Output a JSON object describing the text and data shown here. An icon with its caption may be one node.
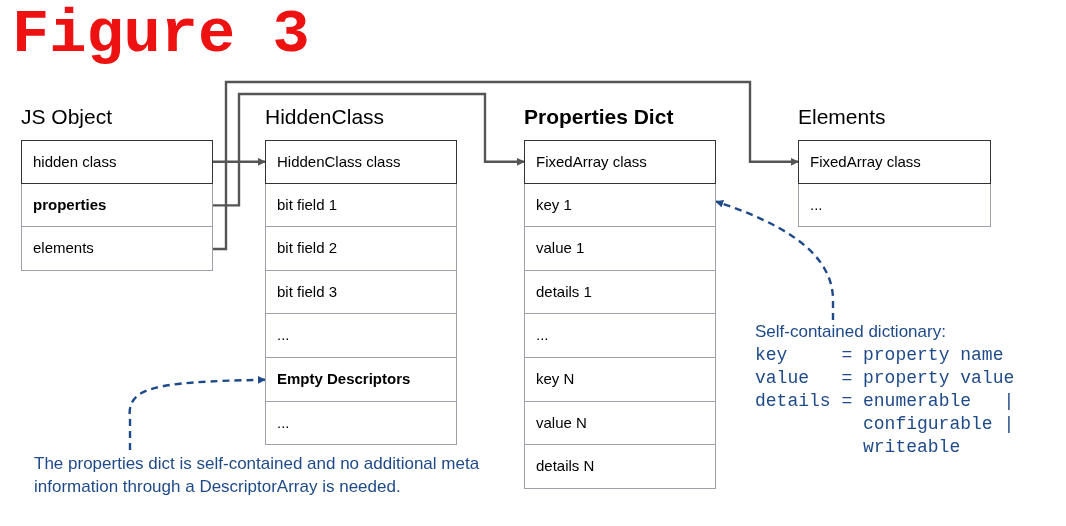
{
  "diagram": {
    "title": "Figure 3",
    "nodes": [
      {
        "text": [
          "JS Object"
        ]
      },
      {
        "text": [
          "hidden class"
        ],
        "in": 0
      },
      {
        "text": [
          "properties"
        ],
        "in": 0
      },
      {
        "text": [
          "elements"
        ],
        "in": 0
      },
      {
        "text": [
          "HiddenClass"
        ]
      },
      {
        "text": [
          "HiddenClass class"
        ],
        "in": 4
      },
      {
        "text": [
          "bit field 1"
        ],
        "in": 4
      },
      {
        "text": [
          "bit field 2"
        ],
        "in": 4
      },
      {
        "text": [
          "bit field 3"
        ],
        "in": 4
      },
      {
        "text": [
          "..."
        ],
        "in": 4
      },
      {
        "text": [
          "Empty Descriptors"
        ],
        "in": 4
      },
      {
        "text": [
          "..."
        ],
        "in": 4
      },
      {
        "text": [
          "Properties Dict"
        ]
      },
      {
        "text": [
          "FixedArray class"
        ],
        "in": 12
      },
      {
        "text": [
          "key 1"
        ],
        "in": 12
      },
      {
        "text": [
          "value 1"
        ],
        "in": 12
      },
      {
        "text": [
          "details 1"
        ],
        "in": 12
      },
      {
        "text": [
          "..."
        ],
        "in": 12
      },
      {
        "text": [
          "key N"
        ],
        "in": 12
      },
      {
        "text": [
          "value N"
        ],
        "in": 12
      },
      {
        "text": [
          "details N"
        ],
        "in": 12
      },
      {
        "text": [
          "Elements"
        ]
      },
      {
        "text": [
          "FixedArray class"
        ],
        "in": 21
      },
      {
        "text": [
          "..."
        ],
        "in": 21
      },
      {
        "text": [
          "Self-contained dictionary:",
          "key     = property name",
          "value   = property value",
          "details = enumerable   |",
          "configurable |",
          "writeable"
        ]
      },
      {
        "text": [
          "The properties dict is self-contained and no additional meta information through a DescriptorArray is needed."
        ]
      }
    ],
    "edges": [
      {
        "from": 1,
        "to": 5,
        "arrow": "to"
      },
      {
        "from": 2,
        "to": 13,
        "arrow": "to"
      },
      {
        "from": 3,
        "to": 22,
        "arrow": "to"
      },
      {
        "from": 24,
        "to": 14,
        "arrow": "to",
        "style": "dashed",
        "color": "#1f4a8a"
      },
      {
        "from": 25,
        "to": 10,
        "arrow": "to",
        "style": "dashed",
        "color": "#1f4a8a"
      }
    ]
  }
}
